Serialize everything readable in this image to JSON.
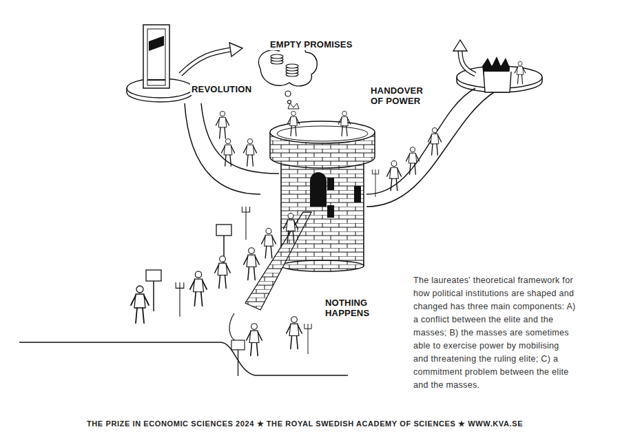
{
  "diagram": {
    "caption": "THE PRIZE IN ECONOMIC SCIENCES 2024 ★ THE ROYAL SWEDISH ACADEMY OF SCIENCES ★ WWW.KVA.SE",
    "labels": [
      "EMPTY PROMISES",
      "REVOLUTION",
      "HANDOVER OF POWER",
      "NOTHING HAPPENS",
      "The laureates' theoretical framework for how political institutions are shaped and changed has three main components: A) a conflict between the elite and the masses; B) the masses are sometimes able to exercise power by mobilising and threatening the ruling elite; C) a commitment problem between the elite and the masses."
    ]
  }
}
